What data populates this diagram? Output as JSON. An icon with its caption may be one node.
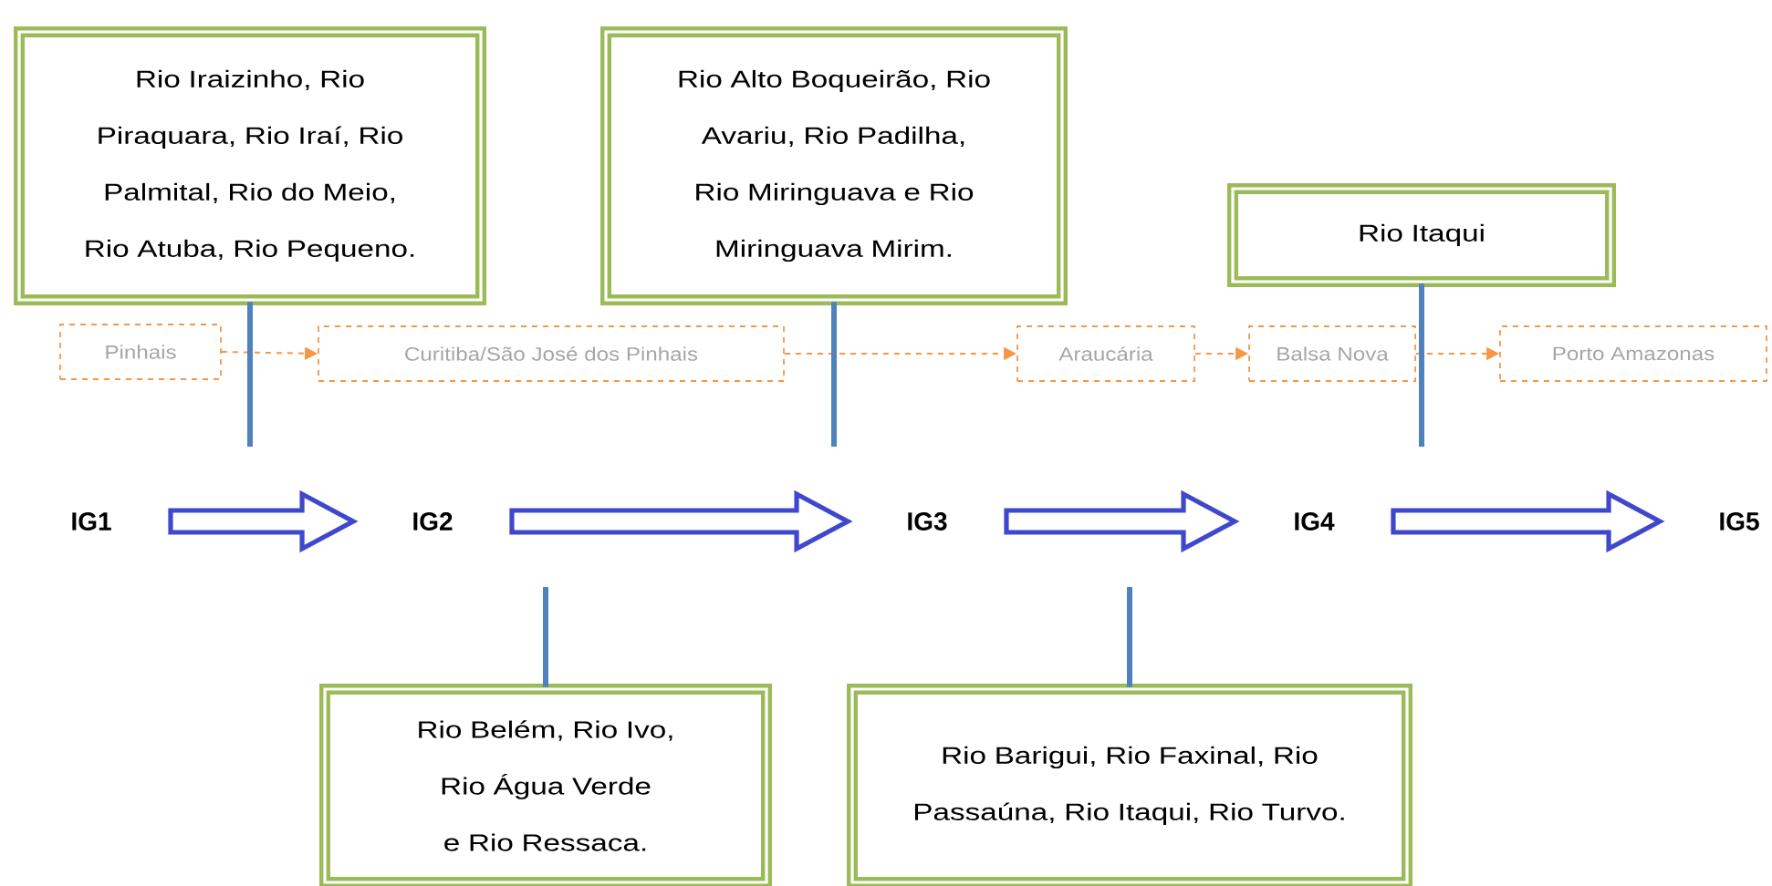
{
  "diagram": {
    "nodes": [
      {
        "text": [
          "Rio Iraizinho, Rio Piraquara, Rio Iraí, Rio Palmital, Rio do Meio, Rio Atuba, Rio Pequeno."
        ]
      },
      {
        "text": [
          "Rio Alto Boqueirão, Rio Avariu, Rio Padilha, Rio Miringuava e Rio Miringuava Mirim."
        ]
      },
      {
        "text": [
          "Rio Itaqui"
        ]
      },
      {
        "text": [
          "Rio Belém, Rio Ivo, Rio Água Verde e Rio Ressaca."
        ]
      },
      {
        "text": [
          "Rio Barigui, Rio Faxinal, Rio Passaúna, Rio Itaqui, Rio Turvo."
        ]
      },
      {
        "text": [
          "Pinhais"
        ]
      },
      {
        "text": [
          "Curitiba/São José dos Pinhais"
        ]
      },
      {
        "text": [
          "Araucária"
        ]
      },
      {
        "text": [
          "Balsa Nova"
        ]
      },
      {
        "text": [
          "Porto Amazonas"
        ]
      },
      {
        "text": [
          "IG1"
        ]
      },
      {
        "text": [
          "IG2"
        ]
      },
      {
        "text": [
          "IG3"
        ]
      },
      {
        "text": [
          "IG4"
        ]
      },
      {
        "text": [
          "IG5"
        ]
      }
    ],
    "edges": [
      {
        "from": 5,
        "to": 6,
        "arrow": "to",
        "style": "dashed",
        "color": "#f79646"
      },
      {
        "from": 6,
        "to": 7,
        "arrow": "to",
        "style": "dashed",
        "color": "#f79646"
      },
      {
        "from": 7,
        "to": 8,
        "arrow": "to",
        "style": "dashed",
        "color": "#f79646"
      },
      {
        "from": 8,
        "to": 9,
        "arrow": "to",
        "style": "dashed",
        "color": "#f79646"
      },
      {
        "from": 10,
        "to": 11,
        "arrow": "to",
        "style": "thick",
        "color": "#3f48cc"
      },
      {
        "from": 11,
        "to": 12,
        "arrow": "to",
        "style": "thick",
        "color": "#3f48cc"
      },
      {
        "from": 12,
        "to": 13,
        "arrow": "to",
        "style": "thick",
        "color": "#3f48cc"
      },
      {
        "from": 13,
        "to": 14,
        "arrow": "to",
        "style": "thick",
        "color": "#3f48cc"
      },
      {
        "from": 0,
        "to": null,
        "arrow": "none"
      },
      {
        "from": 1,
        "to": null,
        "arrow": "none"
      },
      {
        "from": 2,
        "to": null,
        "arrow": "none"
      },
      {
        "from": 3,
        "to": null,
        "arrow": "none"
      },
      {
        "from": 4,
        "to": null,
        "arrow": "none"
      }
    ]
  }
}
